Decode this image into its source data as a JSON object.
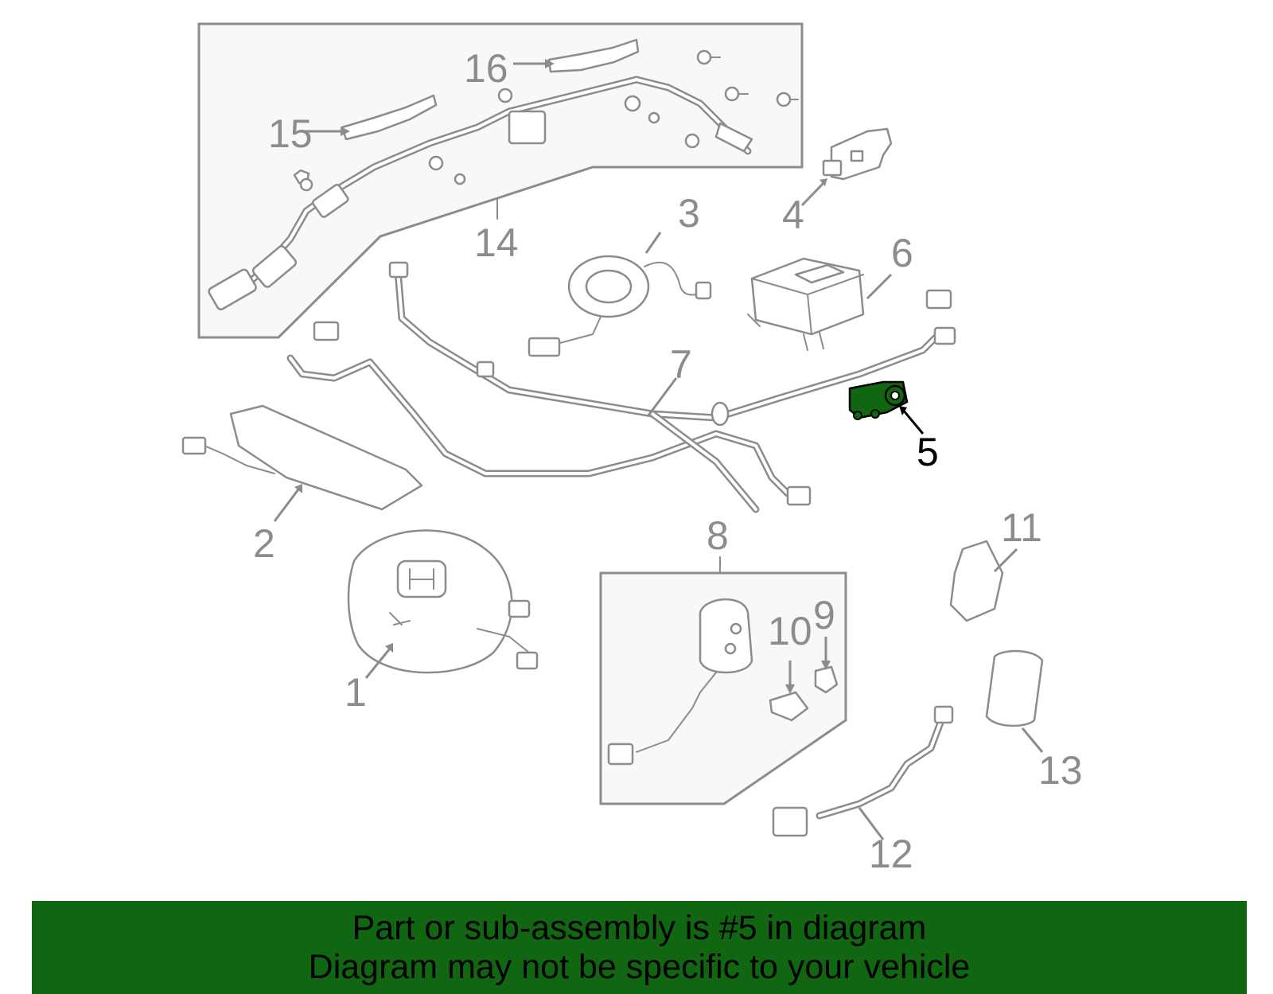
{
  "diagram": {
    "callouts": [
      {
        "id": "1",
        "label": "1"
      },
      {
        "id": "2",
        "label": "2"
      },
      {
        "id": "3",
        "label": "3"
      },
      {
        "id": "4",
        "label": "4"
      },
      {
        "id": "5",
        "label": "5",
        "highlighted": true
      },
      {
        "id": "6",
        "label": "6"
      },
      {
        "id": "7",
        "label": "7"
      },
      {
        "id": "8",
        "label": "8"
      },
      {
        "id": "9",
        "label": "9"
      },
      {
        "id": "10",
        "label": "10"
      },
      {
        "id": "11",
        "label": "11"
      },
      {
        "id": "12",
        "label": "12"
      },
      {
        "id": "13",
        "label": "13"
      },
      {
        "id": "14",
        "label": "14"
      },
      {
        "id": "15",
        "label": "15"
      },
      {
        "id": "16",
        "label": "16"
      }
    ],
    "highlight_color": "#116611",
    "line_color": "#8c8c8c"
  },
  "banner": {
    "line1": "Part or sub-assembly is #5 in diagram",
    "line2": "Diagram may not be specific to your vehicle",
    "background": "#116611"
  }
}
